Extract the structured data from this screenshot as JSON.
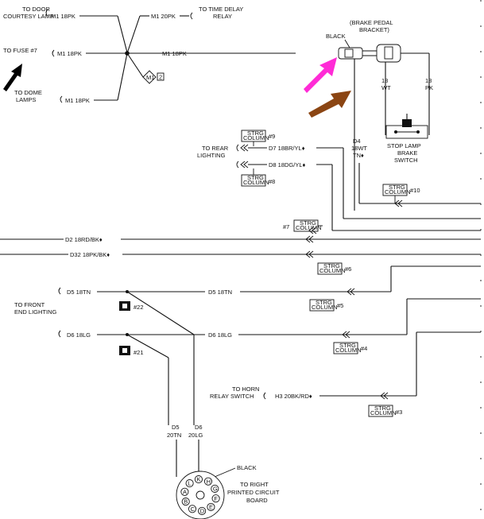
{
  "labels": {
    "to_door_courtesy_lamp": [
      "TO DOOR",
      "COURTESY LAMP"
    ],
    "to_fuse": "TO FUSE #7",
    "to_dome_lamps": [
      "TO DOME",
      "LAMPS"
    ],
    "to_time_delay_relay": [
      "TO TIME DELAY",
      "RELAY"
    ],
    "brake_pedal_bracket": [
      "(BRAKE PEDAL",
      "BRACKET)"
    ],
    "black_connector": "BLACK",
    "stop_lamp_switch": [
      "STOP LAMP",
      "BRAKE",
      "SWITCH"
    ],
    "to_rear_lighting": [
      "TO REAR",
      "LIGHTING"
    ],
    "to_front_end_lighting": [
      "TO FRONT",
      "END LIGHTING"
    ],
    "to_horn_relay": [
      "TO HORN",
      "RELAY SWITCH"
    ],
    "black_pcb_connector": "BLACK",
    "to_right_pcb": [
      "TO RIGHT",
      "PRINTED CIRCUIT",
      "BOARD"
    ]
  },
  "wires": {
    "m1_door": "M1 18PK",
    "m1_fuse": "M1 18PK",
    "m1_dome": "M1 18PK",
    "m1_relay": "M1 20PK",
    "m1_main": "M1 18PK",
    "m1_splice": "M1",
    "m1_splice_num": "2",
    "brake_wt": [
      "18",
      "WT"
    ],
    "brake_pk": [
      "18",
      "PK"
    ],
    "d4": [
      "D4",
      "18WT",
      "TN♦"
    ],
    "d7": "D7 18BR/YL♦",
    "d8": "D8 18DG/YL♦",
    "d2": "D2 18RD/BK♦",
    "d32": "D32 18PK/BK♦",
    "d5_left": "D5 18TN",
    "d5_mid": "D5 18TN",
    "d6_left": "D6 18LG",
    "d6_mid": "D6 18LG",
    "d5_vert": [
      "D5",
      "20TN"
    ],
    "d6_vert": [
      "D6",
      "20LG"
    ],
    "h3": "H3 20BK/RD♦"
  },
  "strg_columns": [
    {
      "text": [
        "STRG",
        "COLUMN"
      ],
      "num": "#9"
    },
    {
      "text": [
        "STRG",
        "COLUMN"
      ],
      "num": "#8"
    },
    {
      "text": [
        "STRG",
        "COLUMN"
      ],
      "num": "#10"
    },
    {
      "text": [
        "STRG",
        "COLUMN"
      ],
      "num": "#7"
    },
    {
      "text": [
        "STRG",
        "COLUMN"
      ],
      "num": "#6"
    },
    {
      "text": [
        "STRG",
        "COLUMN"
      ],
      "num": "#5"
    },
    {
      "text": [
        "STRG",
        "COLUMN"
      ],
      "num": "#4"
    },
    {
      "text": [
        "STRG",
        "COLUMN"
      ],
      "num": "#3"
    }
  ],
  "ground_points": {
    "g22": "#22",
    "g21": "#21"
  },
  "pcb_pins": [
    "H",
    "G",
    "F",
    "E",
    "D",
    "C",
    "B",
    "A",
    "L",
    "K"
  ],
  "arrow_colors": {
    "black": "#000000",
    "magenta": "#ff2bd6",
    "brown": "#8b4513"
  }
}
